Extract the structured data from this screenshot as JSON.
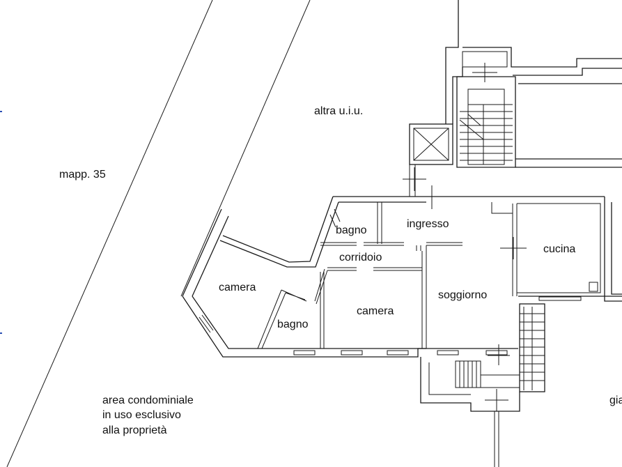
{
  "labels": {
    "altra": "altra u.i.u.",
    "mapp": "mapp. 35",
    "bagno1": "bagno",
    "ingresso": "ingresso",
    "corridoio": "corridoio",
    "cucina": "cucina",
    "camera1": "camera",
    "bagno2": "bagno",
    "camera2": "camera",
    "soggiorno": "soggiorno",
    "area_line1": "area condominiale",
    "area_line2": "in uso esclusivo",
    "area_line3": "alla proprietà",
    "cut_text": "gia"
  },
  "colors": {
    "line": "#1a1a1a",
    "background": "#ffffff",
    "edge_mark": "#2b4fb3"
  }
}
